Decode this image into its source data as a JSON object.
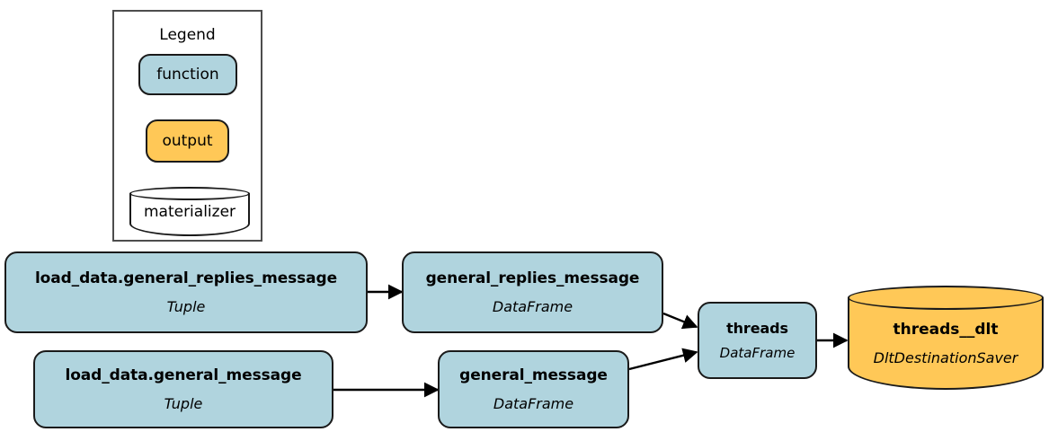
{
  "diagram": {
    "type": "dag-pipeline",
    "legend": {
      "title": "Legend",
      "items": [
        {
          "label": "function",
          "shape": "rounded-rect",
          "color": "#b0d4de"
        },
        {
          "label": "output",
          "shape": "rounded-rect",
          "color": "#ffc857"
        },
        {
          "label": "materializer",
          "shape": "cylinder",
          "color": "#ffffff"
        }
      ]
    },
    "nodes": [
      {
        "id": "load_data_general_replies_message",
        "title": "load_data.general_replies_message",
        "subtitle": "Tuple",
        "kind": "function",
        "color": "#b0d4de"
      },
      {
        "id": "general_replies_message",
        "title": "general_replies_message",
        "subtitle": "DataFrame",
        "kind": "output",
        "color": "#b0d4de"
      },
      {
        "id": "load_data_general_message",
        "title": "load_data.general_message",
        "subtitle": "Tuple",
        "kind": "function",
        "color": "#b0d4de"
      },
      {
        "id": "general_message",
        "title": "general_message",
        "subtitle": "DataFrame",
        "kind": "output",
        "color": "#b0d4de"
      },
      {
        "id": "threads",
        "title": "threads",
        "subtitle": "DataFrame",
        "kind": "output",
        "color": "#b0d4de"
      },
      {
        "id": "threads__dlt",
        "title": "threads__dlt",
        "subtitle": "DltDestinationSaver",
        "kind": "materializer",
        "color": "#ffc857"
      }
    ],
    "edges": [
      {
        "from": "load_data_general_replies_message",
        "to": "general_replies_message"
      },
      {
        "from": "load_data_general_message",
        "to": "general_message"
      },
      {
        "from": "general_replies_message",
        "to": "threads"
      },
      {
        "from": "general_message",
        "to": "threads"
      },
      {
        "from": "threads",
        "to": "threads__dlt"
      }
    ],
    "colors": {
      "function_fill": "#b0d4de",
      "output_fill": "#ffc857",
      "materializer_fill": "#ffffff",
      "stroke": "#1a1a1a",
      "legend_border": "#4d4d4d",
      "background": "#ffffff"
    }
  }
}
